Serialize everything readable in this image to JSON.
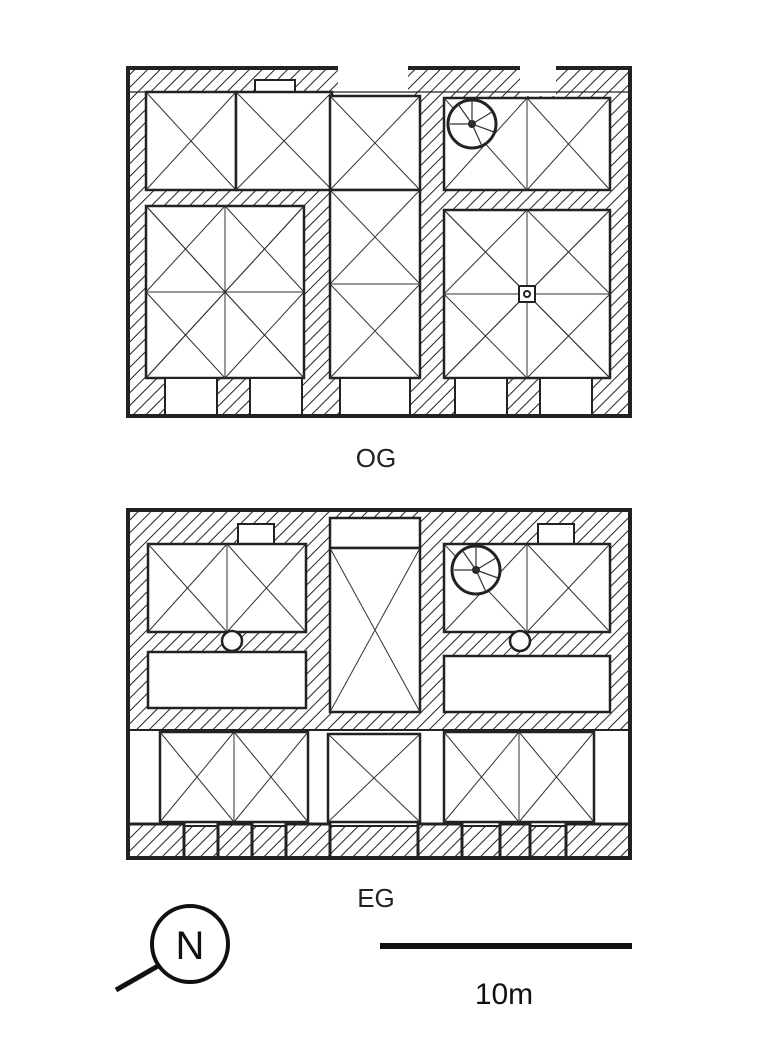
{
  "labels": {
    "upper_floor": "OG",
    "ground_floor": "EG",
    "north": "N",
    "scale": "10m"
  },
  "colors": {
    "ink": "#222222",
    "background": "#ffffff"
  },
  "icons": {
    "north_arrow": "north-arrow-icon",
    "spiral_stair": "spiral-staircase-icon"
  }
}
